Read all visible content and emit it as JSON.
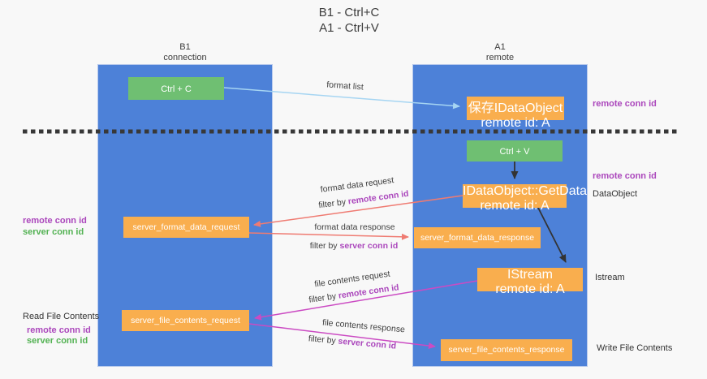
{
  "title": {
    "line1": "B1 - Ctrl+C",
    "line2": "A1 - Ctrl+V"
  },
  "lanes": {
    "left": {
      "name": "B1",
      "role": "connection"
    },
    "right": {
      "name": "A1",
      "role": "remote"
    }
  },
  "nodes": {
    "ctrl_c": {
      "label": "Ctrl + C"
    },
    "save_dataobject": {
      "line1": "保存IDataObject",
      "line2": "remote id: A"
    },
    "ctrl_v": {
      "label": "Ctrl + V"
    },
    "getdata": {
      "line1": "IDataObject::GetData",
      "line2": "remote id: A"
    },
    "format_request": {
      "label": "server_format_data_request"
    },
    "format_response": {
      "label": "server_format_data_response"
    },
    "istream": {
      "line1": "IStream",
      "line2": "remote id: A"
    },
    "file_request": {
      "label": "server_file_contents_request"
    },
    "file_response": {
      "label": "server_file_contents_response"
    }
  },
  "edges": {
    "format_list": {
      "label": "format list"
    },
    "format_data_request": {
      "label": "format data request",
      "filter_prefix": "filter by",
      "filter_key": "remote conn id"
    },
    "format_data_response": {
      "label": "format data response",
      "filter_prefix": "filter by",
      "filter_key": "server conn id"
    },
    "file_contents_request": {
      "label": "file contents request",
      "filter_prefix": "filter by",
      "filter_key": "remote conn id"
    },
    "file_contents_response": {
      "label": "file contents response",
      "filter_prefix": "filter by",
      "filter_key": "server conn id"
    }
  },
  "annotations": {
    "remote_conn_top_right": "remote conn id",
    "remote_conn_mid_right": "remote conn id",
    "dataobject": "DataObject",
    "istream": "Istream",
    "write_file": "Write File Contents",
    "read_file": "Read File Contents",
    "remote_conn_left_1": "remote conn id",
    "server_conn_left_1": "server conn id",
    "remote_conn_left_2": "remote conn id",
    "server_conn_left_2": "server conn id"
  },
  "colors": {
    "lane_blue": "#4d81d8",
    "node_orange": "#f9ae4e",
    "node_green": "#6fbf72",
    "label_purple": "#ab47bc",
    "label_green": "#53b253",
    "arrow_red": "#ef7b72",
    "arrow_magenta": "#cb4bc3",
    "arrow_light_blue": "#a6d5f2",
    "background": "#f8f8f8"
  }
}
